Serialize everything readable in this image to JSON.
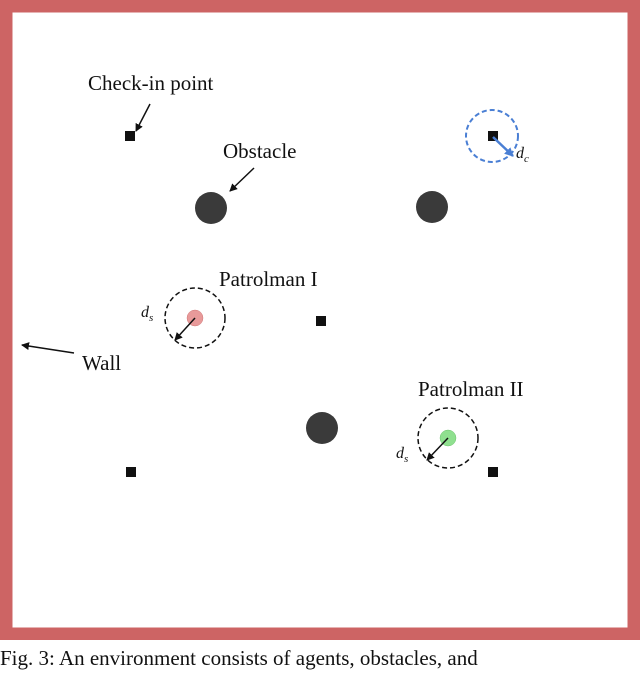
{
  "labels": {
    "check_in_point": "Check-in point",
    "obstacle": "Obstacle",
    "patrolman_1": "Patrolman I",
    "patrolman_2": "Patrolman II",
    "wall": "Wall",
    "d_c": "d",
    "d_c_sub": "c",
    "d_s": "d",
    "d_s_sub": "s"
  },
  "caption": "Fig. 3: An environment consists of agents, obstacles, and",
  "colors": {
    "wall": "#cd6464",
    "check_in_radius": "#4a7fd4",
    "patrolman_1": "#e89a9a",
    "patrolman_2": "#8fe08f",
    "obstacle": "#3a3a3a"
  }
}
